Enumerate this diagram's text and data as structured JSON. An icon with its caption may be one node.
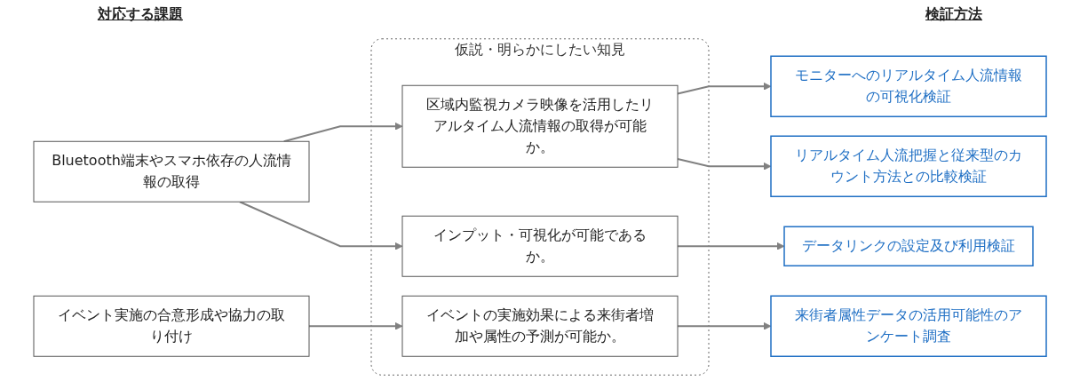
{
  "diagram": {
    "nodes": [
      {
        "text": [
          "Bluetooth端末やスマホ依存の人流情報の取得"
        ]
      },
      {
        "text": [
          "イベント実施の合意形成や協力の取り付け"
        ]
      },
      {
        "text": [
          "仮説・明らかにしたい知見"
        ]
      },
      {
        "text": [
          "区域内監視カメラ映像を活用したリアルタイム人流情報の取得が可能か。"
        ],
        "in": 2
      },
      {
        "text": [
          "インプット・可視化が可能であるか。"
        ],
        "in": 2
      },
      {
        "text": [
          "イベントの実施効果による来街者増加や属性の予測が可能か。"
        ],
        "in": 2
      },
      {
        "text": [
          "モニターへのリアルタイム人流情報の可視化検証"
        ]
      },
      {
        "text": [
          "リアルタイム人流把握と従来型のカウント方法との比較検証"
        ]
      },
      {
        "text": [
          "データリンクの設定及び利用検証"
        ]
      },
      {
        "text": [
          "来街者属性データの活用可能性のアンケート調査"
        ]
      }
    ],
    "edges": [
      {
        "from": 0,
        "to": 3,
        "arrow": "to"
      },
      {
        "from": 0,
        "to": 4,
        "arrow": "to"
      },
      {
        "from": 1,
        "to": 5,
        "arrow": "to"
      },
      {
        "from": 3,
        "to": 6,
        "arrow": "to"
      },
      {
        "from": 3,
        "to": 7,
        "arrow": "to"
      },
      {
        "from": 4,
        "to": 8,
        "arrow": "to"
      },
      {
        "from": 5,
        "to": 9,
        "arrow": "to"
      }
    ],
    "labels": [
      "対応する課題",
      "検証方法"
    ]
  }
}
